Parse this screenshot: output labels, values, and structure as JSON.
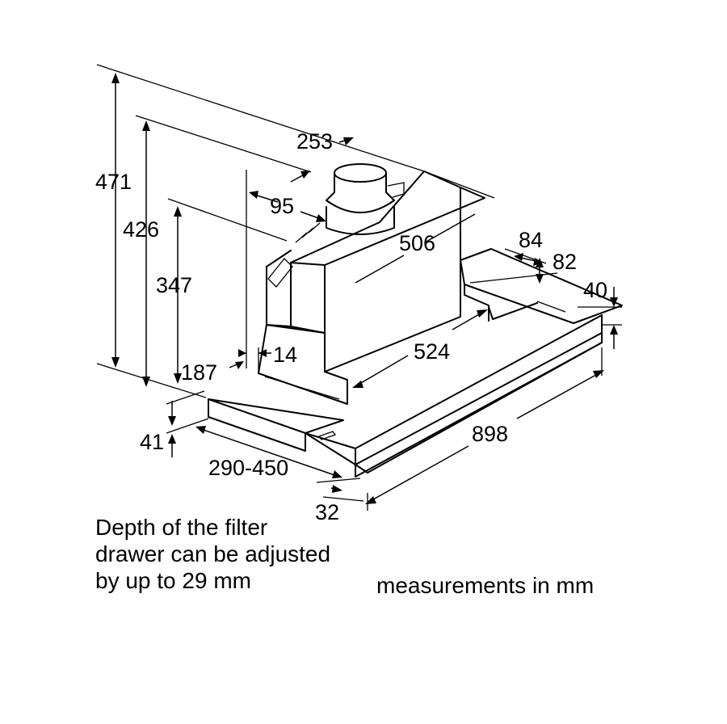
{
  "dimensions": {
    "height_total": "471",
    "height_426": "426",
    "height_347": "347",
    "depth_187": "187",
    "front_41": "41",
    "adjust_range": "290-450",
    "front_32": "32",
    "spigot_253": "253",
    "spigot_95": "95",
    "depth_506": "506",
    "width_524": "524",
    "width_898": "898",
    "side_84": "84",
    "side_82": "82",
    "edge_40": "40",
    "gap_14": "14"
  },
  "notes": {
    "filter_line1": "Depth of the filter",
    "filter_line2": "drawer can be adjusted",
    "filter_line3": "by up to 29 mm",
    "units": "measurements in mm"
  }
}
